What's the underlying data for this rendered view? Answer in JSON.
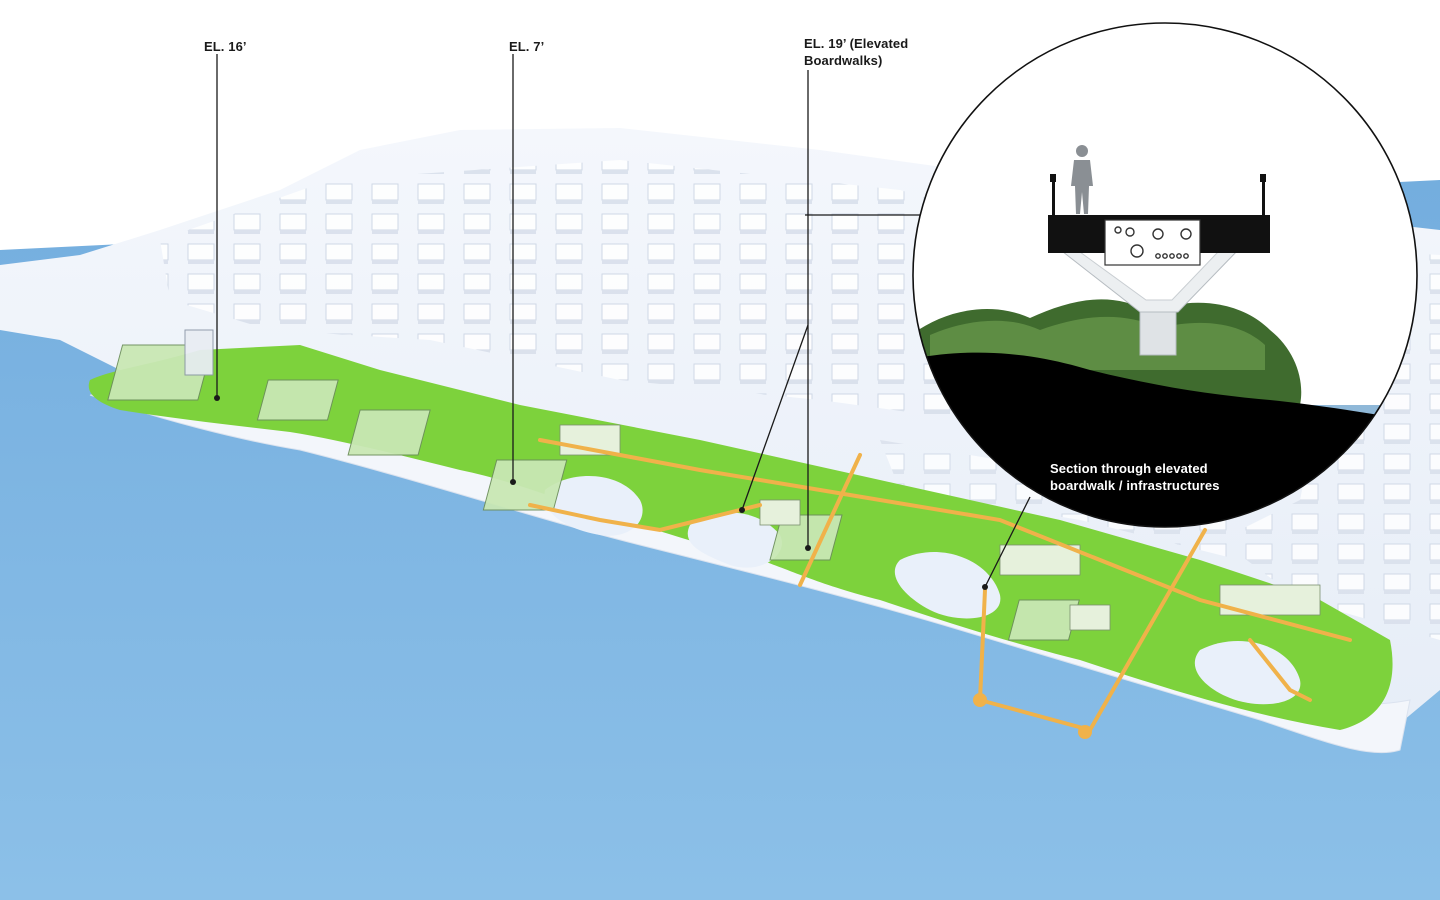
{
  "labels": {
    "el16": "EL. 16’",
    "el7": "EL. 7’",
    "el19_line1": "EL. 19’ (Elevated",
    "el19_line2": "Boardwalks)",
    "section_line1": "Section through elevated",
    "section_line2": "boardwalk / infrastructures"
  },
  "colors": {
    "water": "#7fb4e0",
    "land": "#eef3fb",
    "green": "#7dd23c",
    "boardwalk": "#f0b24a",
    "soil": "#000000",
    "deck": "#111111"
  }
}
